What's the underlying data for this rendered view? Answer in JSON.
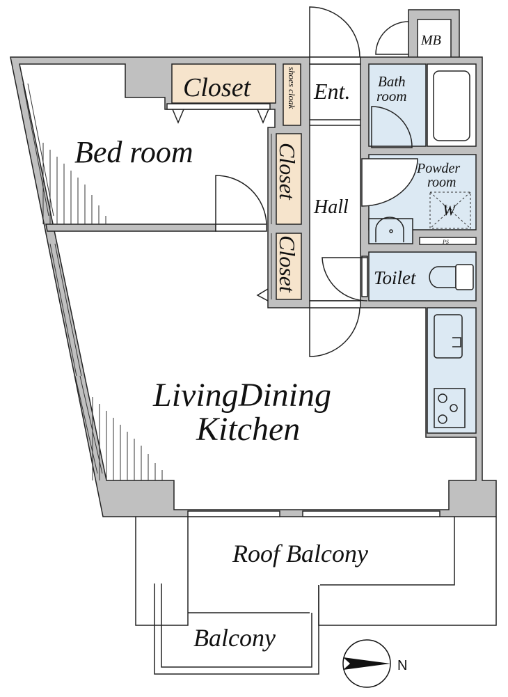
{
  "rooms": {
    "bedroom": "Bed room",
    "closet_top": "Closet",
    "shoes_cloak": "shoes cloak",
    "entrance": "Ent.",
    "closet_mid": "Closet",
    "closet_low": "Closet",
    "hall": "Hall",
    "mb": "MB",
    "bath_1": "Bath",
    "bath_2": "room",
    "powder_1": "Powder",
    "powder_2": "room",
    "washer": "W",
    "ps": "PS",
    "toilet": "Toilet",
    "ldk_1": "LivingDining",
    "ldk_2": "Kitchen",
    "roof_balcony": "Roof Balcony",
    "balcony": "Balcony"
  },
  "compass": {
    "label": "N",
    "direction": "east"
  },
  "colors": {
    "wall": "#c0c0c0",
    "wet_area": "#dce9f3",
    "closet": "#f6e4cc"
  }
}
